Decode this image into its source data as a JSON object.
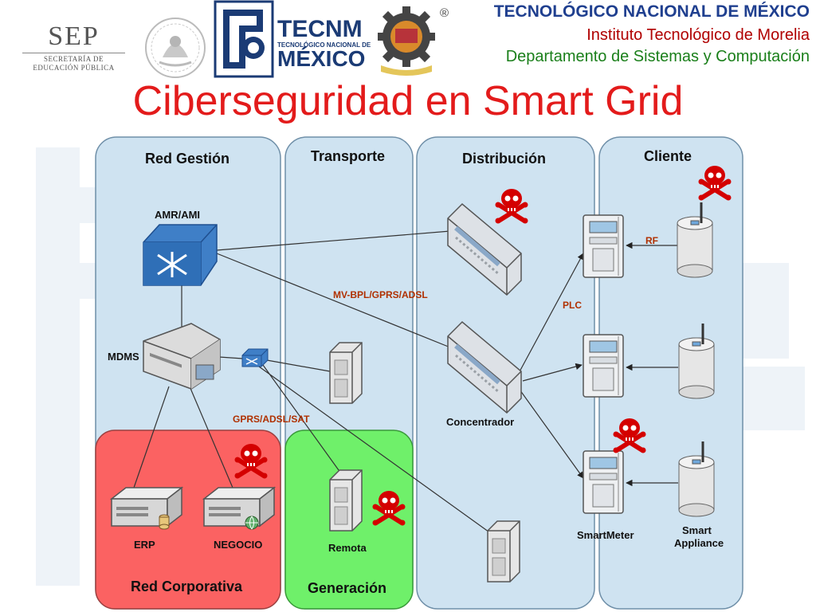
{
  "header": {
    "institution_title": "TECNOLÓGICO NACIONAL DE MÉXICO",
    "institute": "Instituto Tecnológico de Morelia",
    "department": "Departamento de Sistemas y Computación",
    "sep_logo": {
      "acronym": "SEP",
      "line1": "SECRETARÍA DE",
      "line2": "EDUCACIÓN PÚBLICA"
    },
    "tecnm_logo": {
      "name": "TECNM",
      "subtitle": "TECNOLÓGICO NACIONAL DE",
      "country": "MÉXICO"
    },
    "registered_mark": "®"
  },
  "slide": {
    "title": "Ciberseguridad en Smart Grid"
  },
  "diagram": {
    "lanes": {
      "red_gestion": "Red Gestión",
      "transporte": "Transporte",
      "distribucion": "Distribución",
      "cliente": "Cliente",
      "red_corporativa": "Red Corporativa",
      "generacion": "Generación"
    },
    "nodes": {
      "amr_ami": "AMR/AMI",
      "mdms": "MDMS",
      "erp": "ERP",
      "negocio": "NEGOCIO",
      "remota": "Remota",
      "concentrador": "Concentrador",
      "smartmeter": "SmartMeter",
      "smart_appliance_line1": "Smart",
      "smart_appliance_line2": "Appliance"
    },
    "links": {
      "mv_bpl": "MV-BPL/GPRS/ADSL",
      "gprs_adsl_sat": "GPRS/ADSL/SAT",
      "plc": "PLC",
      "rf": "RF"
    },
    "threat_icon": "skull-crossbones-icon",
    "colors": {
      "lane_blue": "#cfe3f1",
      "lane_red": "#fb6262",
      "lane_green": "#6ff06a",
      "title_red": "#e31b1b",
      "label_orange": "#b03000",
      "skull_red": "#d40000"
    }
  }
}
